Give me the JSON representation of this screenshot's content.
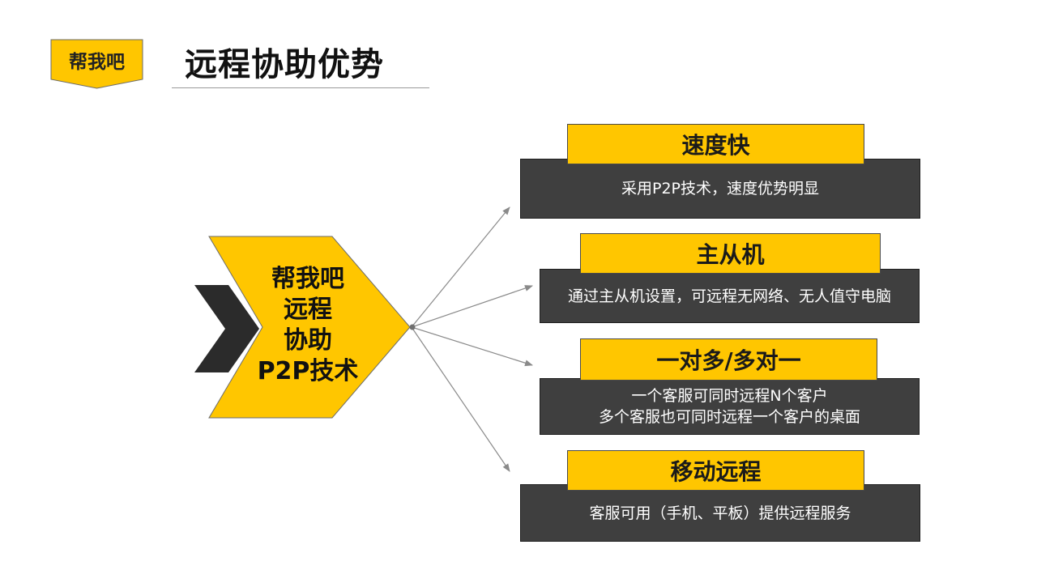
{
  "header": {
    "brand_tag": "帮我吧",
    "title": "远程协助优势"
  },
  "center": {
    "lines": [
      "帮我吧",
      "远程",
      "协助",
      "P2P技术"
    ]
  },
  "features": [
    {
      "title": "速度快",
      "lines": [
        "采用P2P技术，速度优势明显"
      ]
    },
    {
      "title": "主从机",
      "lines": [
        "通过主从机设置，可远程无网络、无人值守电脑"
      ]
    },
    {
      "title": "一对多/多对一",
      "lines": [
        "一个客服可同时远程N个客户",
        "多个客服也可同时远程一个客户的桌面"
      ]
    },
    {
      "title": "移动远程",
      "lines": [
        "客服可用（手机、平板）提供远程服务"
      ]
    }
  ],
  "colors": {
    "accent_yellow": "#ffc600",
    "dark_panel": "#3f3f3f",
    "chevron_dark": "#2b2b2b",
    "arrow_gray": "#8a8a8a"
  }
}
